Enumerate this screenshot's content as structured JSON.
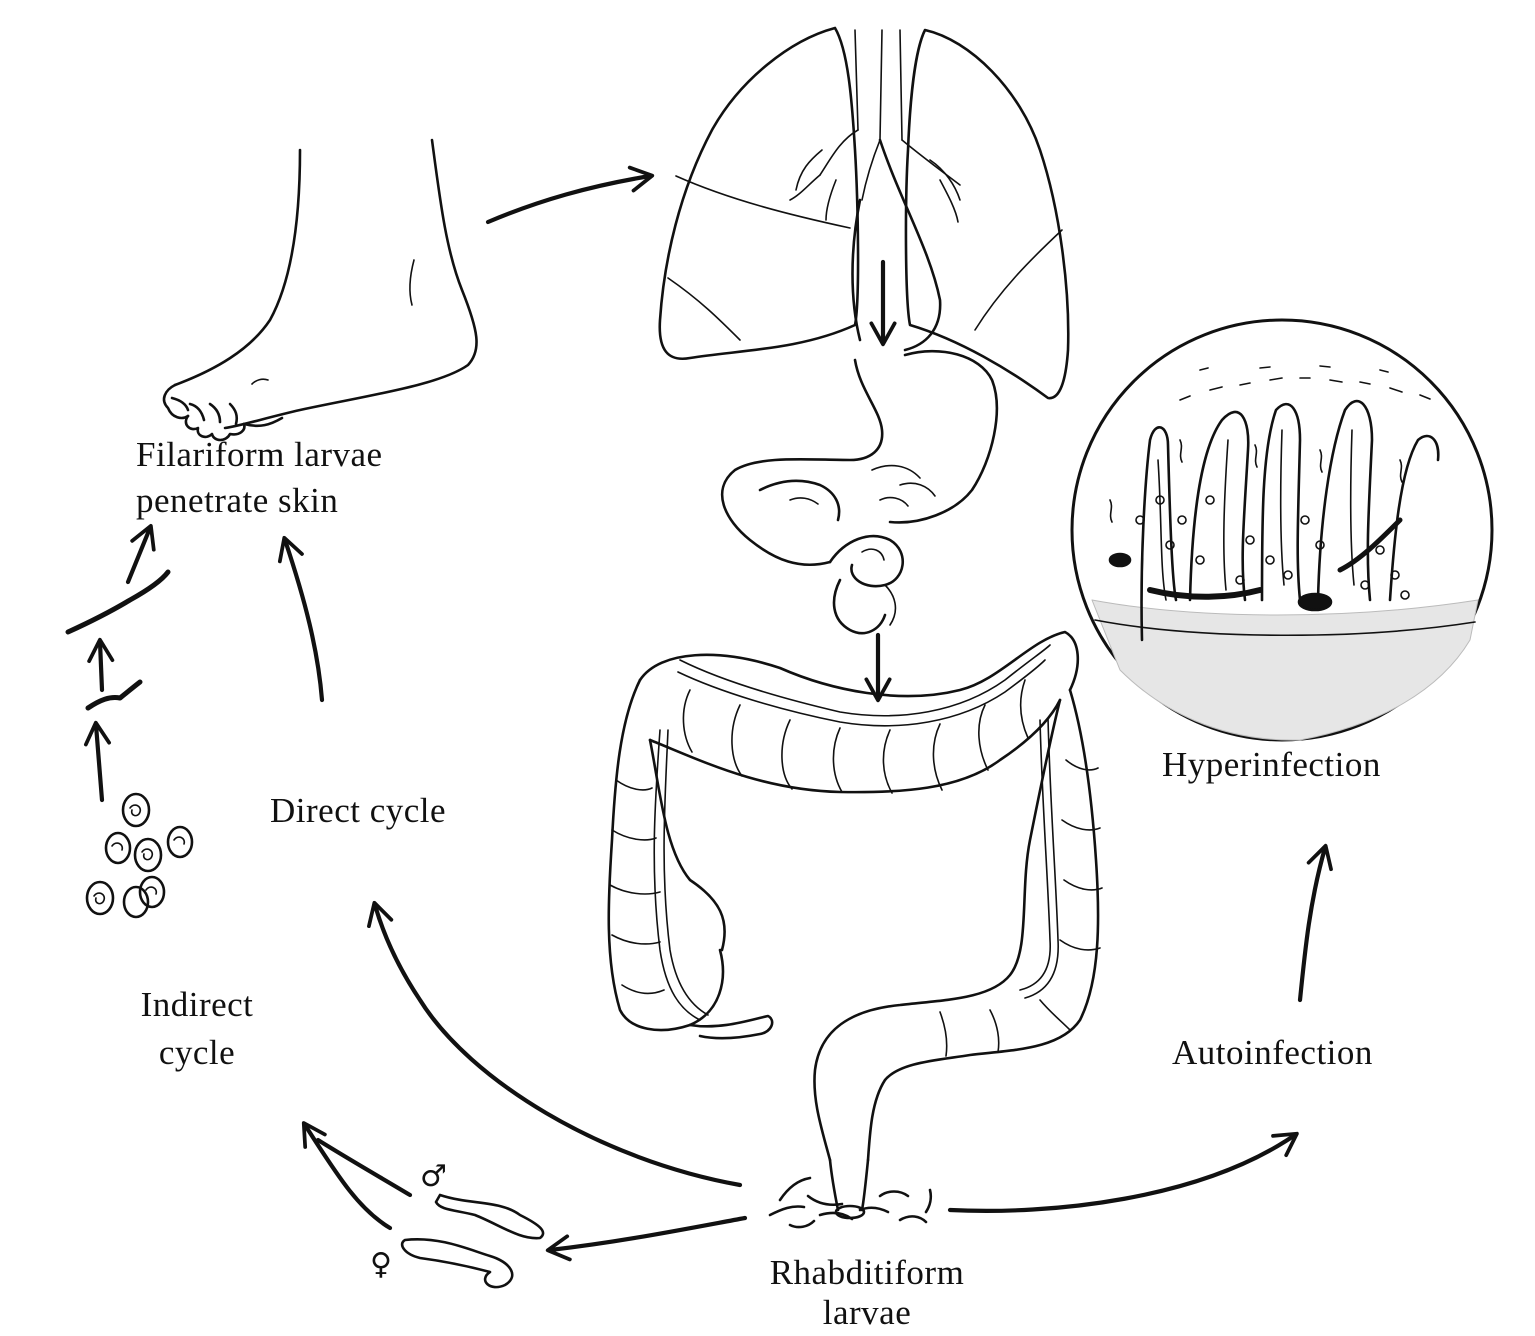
{
  "labels": {
    "filariform_line1": "Filariform larvae",
    "filariform_line2": "penetrate skin",
    "direct_cycle": "Direct cycle",
    "indirect_line1": "Indirect",
    "indirect_line2": "cycle",
    "hyperinfection": "Hyperinfection",
    "autoinfection": "Autoinfection",
    "rhabditiform_line1": "Rhabditiform",
    "rhabditiform_line2": "larvae"
  },
  "symbols": {
    "male": "♂",
    "female": "♀"
  },
  "colors": {
    "ink": "#111111",
    "background": "#ffffff"
  }
}
